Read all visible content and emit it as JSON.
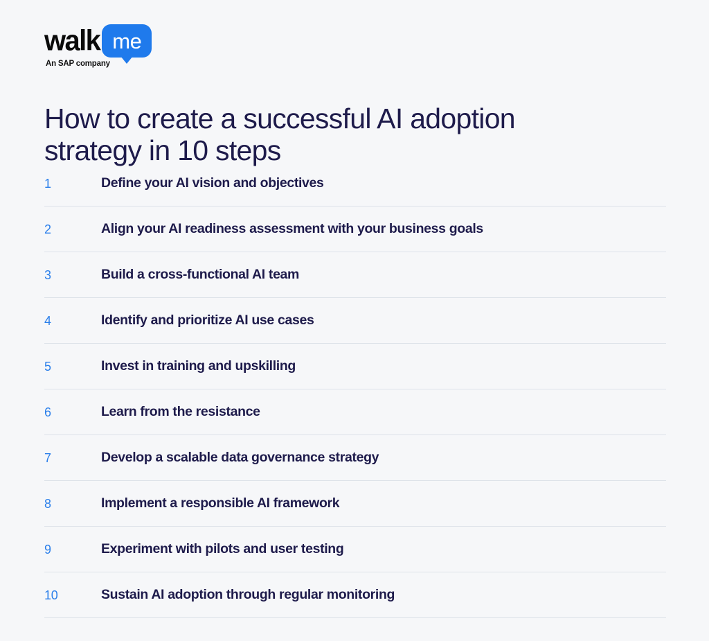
{
  "background_color": "#f6f7f9",
  "brand": {
    "logo_wordmark": "walk",
    "logo_bubble_text": "me",
    "tagline": "An SAP company",
    "bubble_color": "#1f7aec",
    "wordmark_color": "#0a0a0a"
  },
  "header": {
    "title": "How to create a successful AI adoption strategy in 10 steps",
    "title_color": "#1e1b4b"
  },
  "steps": {
    "number_color": "#2b7fea",
    "label_color": "#1e1b4b",
    "divider_color": "#dde2e9",
    "items": [
      {
        "number": "1",
        "label": "Define your AI vision and objectives"
      },
      {
        "number": "2",
        "label": "Align your AI readiness assessment with your business goals"
      },
      {
        "number": "3",
        "label": "Build a cross-functional AI team"
      },
      {
        "number": "4",
        "label": "Identify and prioritize AI use cases"
      },
      {
        "number": "5",
        "label": "Invest in training and upskilling"
      },
      {
        "number": "6",
        "label": "Learn from the resistance"
      },
      {
        "number": "7",
        "label": "Develop a scalable data governance strategy"
      },
      {
        "number": "8",
        "label": "Implement a responsible AI framework"
      },
      {
        "number": "9",
        "label": "Experiment with pilots and user testing"
      },
      {
        "number": "10",
        "label": "Sustain AI adoption through regular monitoring"
      }
    ]
  }
}
